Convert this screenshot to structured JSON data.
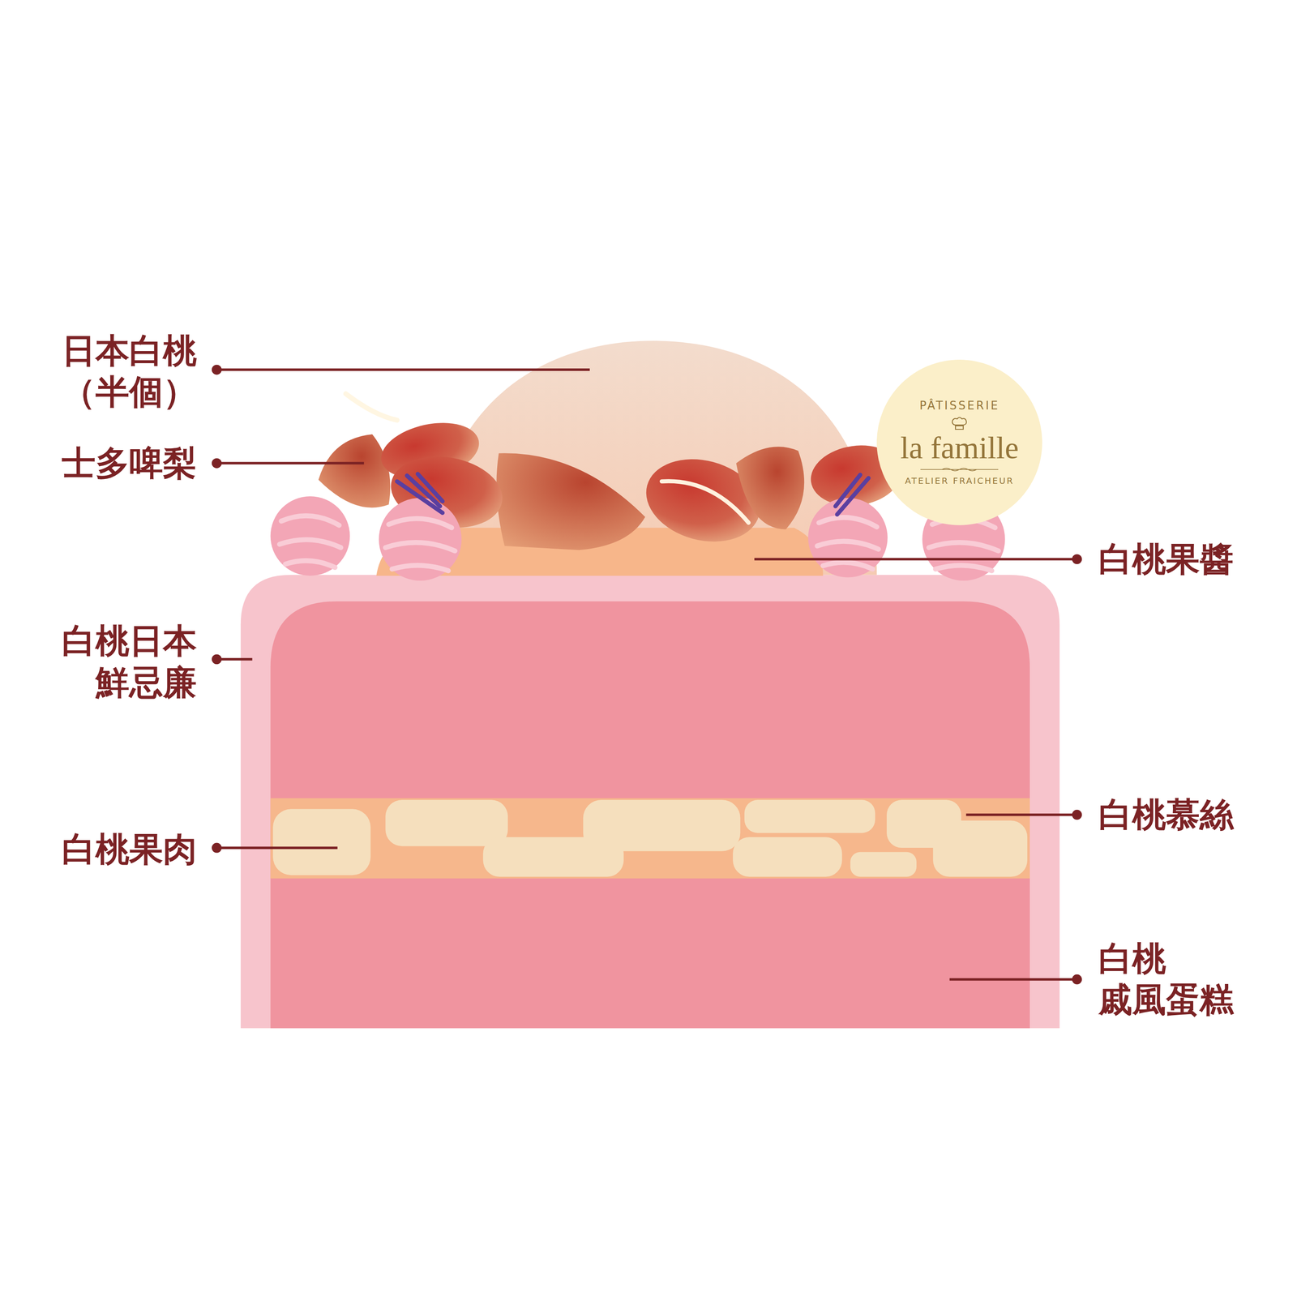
{
  "diagram": {
    "nodes": [
      {
        "text": [
          "PÂTISSERIE",
          "la famille",
          "ATELIER FRAICHEUR"
        ]
      }
    ],
    "labels": [
      "日本白桃 （半個）",
      "士多啤梨",
      "白桃日本 鮮忌廉",
      "白桃果肉",
      "白桃果醬",
      "白桃慕絲",
      "白桃 戚風蛋糕"
    ]
  }
}
